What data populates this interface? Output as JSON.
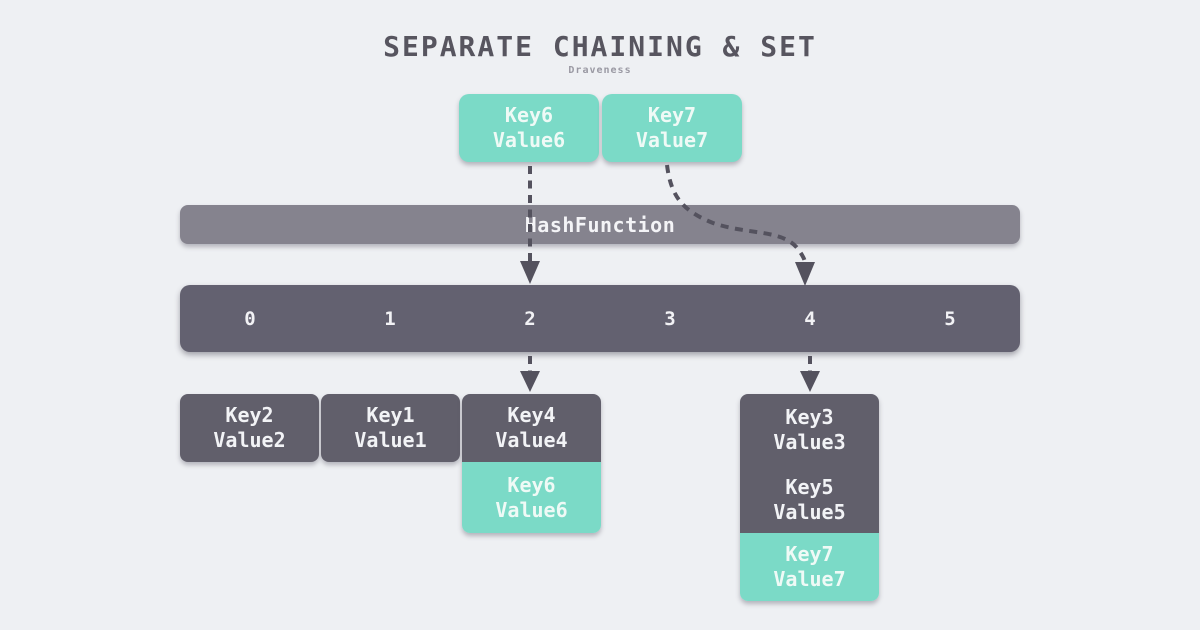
{
  "header": {
    "title": "SEPARATE CHAINING & SET",
    "subtitle": "Draveness"
  },
  "incoming_keys": [
    {
      "key": "Key6",
      "value": "Value6"
    },
    {
      "key": "Key7",
      "value": "Value7"
    }
  ],
  "hash_function": {
    "label": "HashFunction"
  },
  "bucket_array": {
    "indices": [
      "0",
      "1",
      "2",
      "3",
      "4",
      "5"
    ]
  },
  "chains": {
    "bucket0": [
      {
        "key": "Key2",
        "value": "Value2",
        "highlight": false
      }
    ],
    "bucket1": [
      {
        "key": "Key1",
        "value": "Value1",
        "highlight": false
      }
    ],
    "bucket2": [
      {
        "key": "Key4",
        "value": "Value4",
        "highlight": false
      },
      {
        "key": "Key6",
        "value": "Value6",
        "highlight": true
      }
    ],
    "bucket4": [
      {
        "key": "Key3",
        "value": "Value3",
        "highlight": false
      },
      {
        "key": "Key5",
        "value": "Value5",
        "highlight": false
      },
      {
        "key": "Key7",
        "value": "Value7",
        "highlight": true
      }
    ]
  },
  "colors": {
    "background": "#eef0f3",
    "highlight_teal": "#7bdac7",
    "slate_box": "#615f6b",
    "bucket_bar": "#636170",
    "hash_bar": "#85838e",
    "arrow": "#54525e",
    "title_text": "#57555f"
  }
}
